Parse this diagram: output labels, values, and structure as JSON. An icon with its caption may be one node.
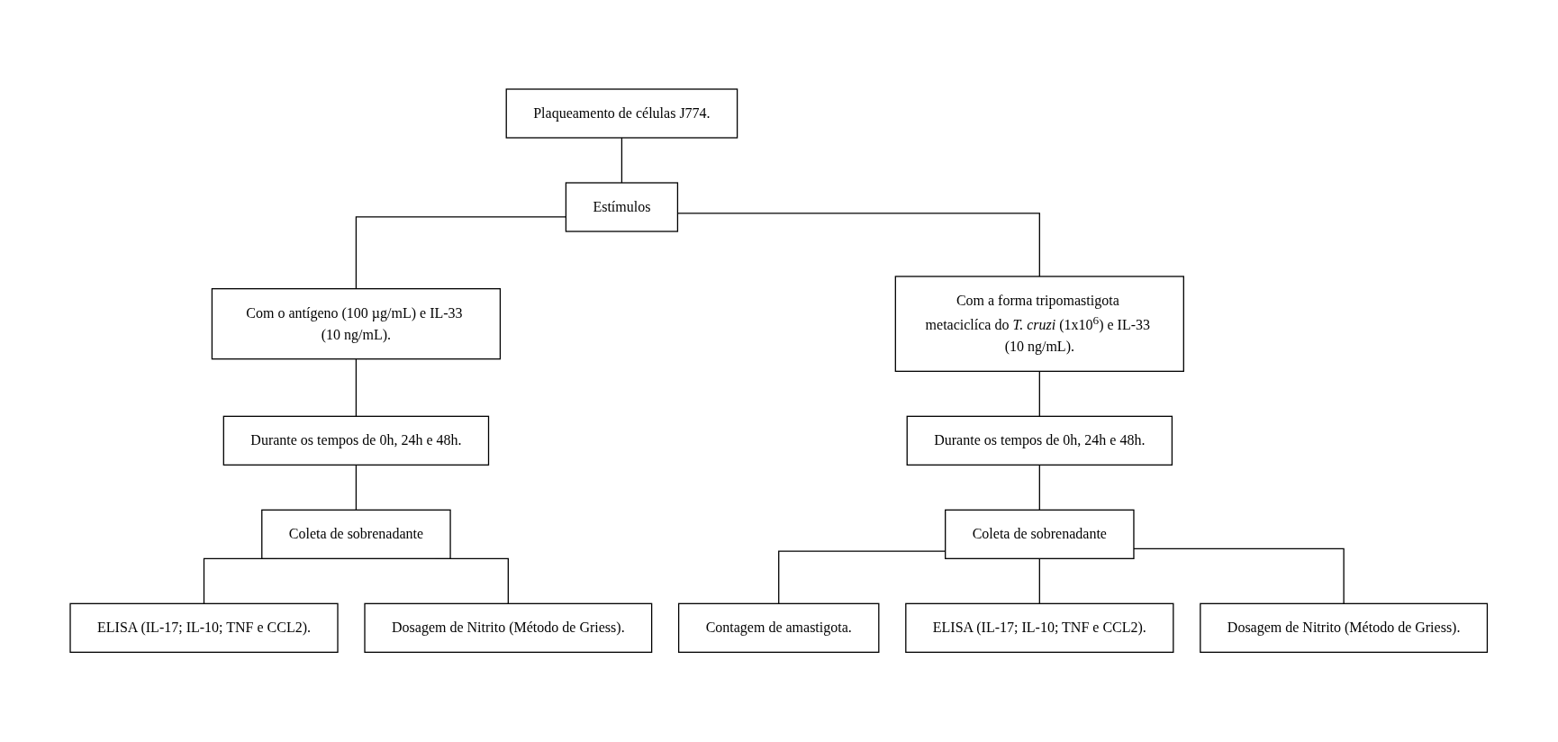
{
  "diagram": {
    "nodes": [
      {
        "text": [
          "Plaqueamento de células J774."
        ]
      },
      {
        "text": [
          "Estímulos"
        ]
      },
      {
        "text": [
          "Com o antígeno (100 µg/mL) e IL-33 (10 ng/mL)."
        ]
      },
      {
        "text": [
          "Com a forma tripomastigota metaciclíca do *T. cruzi* (1x10$^{6}$) e IL-33 (10 ng/mL)."
        ]
      },
      {
        "text": [
          "Durante os tempos de 0h, 24h e 48h."
        ]
      },
      {
        "text": [
          "Durante os tempos de 0h, 24h e 48h."
        ]
      },
      {
        "text": [
          "Coleta de sobrenadante"
        ]
      },
      {
        "text": [
          "Coleta de sobrenadante"
        ]
      },
      {
        "text": [
          "ELISA (IL-17; IL-10; TNF e CCL2)."
        ]
      },
      {
        "text": [
          "Dosagem de Nitrito (Método de Griess)."
        ]
      },
      {
        "text": [
          "Contagem de amastigota."
        ]
      },
      {
        "text": [
          "ELISA (IL-17; IL-10; TNF e CCL2)."
        ]
      },
      {
        "text": [
          "Dosagem de Nitrito (Método de Griess)."
        ]
      }
    ],
    "edges": [
      {
        "from": 0,
        "to": 1,
        "arrow": "none"
      },
      {
        "from": 1,
        "to": 2,
        "arrow": "none"
      },
      {
        "from": 1,
        "to": 3,
        "arrow": "none"
      },
      {
        "from": 2,
        "to": 4,
        "arrow": "none"
      },
      {
        "from": 3,
        "to": 5,
        "arrow": "none"
      },
      {
        "from": 4,
        "to": 6,
        "arrow": "none"
      },
      {
        "from": 5,
        "to": 7,
        "arrow": "none"
      },
      {
        "from": 6,
        "to": 8,
        "arrow": "none"
      },
      {
        "from": 6,
        "to": 9,
        "arrow": "none"
      },
      {
        "from": 7,
        "to": 10,
        "arrow": "none"
      },
      {
        "from": 7,
        "to": 11,
        "arrow": "none"
      },
      {
        "from": 7,
        "to": 12,
        "arrow": "none"
      }
    ]
  }
}
